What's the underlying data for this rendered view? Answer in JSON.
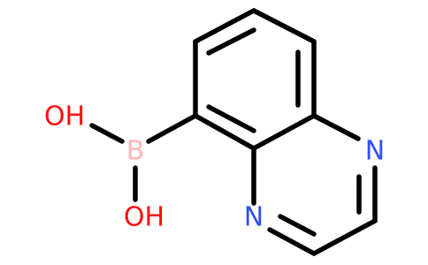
{
  "molecule": {
    "atoms": {
      "oh_top": "OH",
      "boron": "B",
      "oh_bottom": "OH",
      "n_right": "N",
      "n_bottom": "N"
    },
    "colors": {
      "bond": "#000000",
      "oxygen": "#ff0d0d",
      "boron": "#ffb5b5",
      "nitrogen": "#3050f8"
    }
  }
}
